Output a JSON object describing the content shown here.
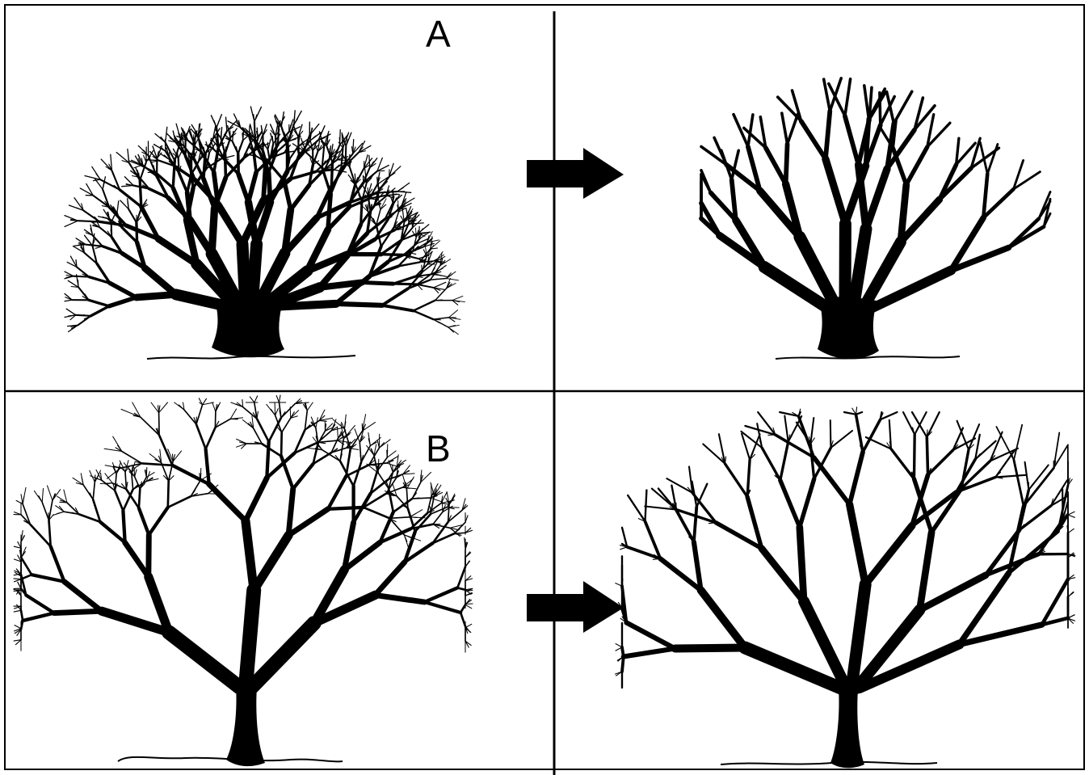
{
  "panels": {
    "a": {
      "label": "A",
      "before": "dense-multi-stem-shrub",
      "after": "thinned-multi-stem-shrub"
    },
    "b": {
      "label": "B",
      "before": "dense-single-trunk-tree",
      "after": "thinned-single-trunk-tree"
    }
  },
  "colors": {
    "ink": "#000000",
    "background": "#ffffff"
  },
  "icons": [
    "right-arrow-icon"
  ]
}
